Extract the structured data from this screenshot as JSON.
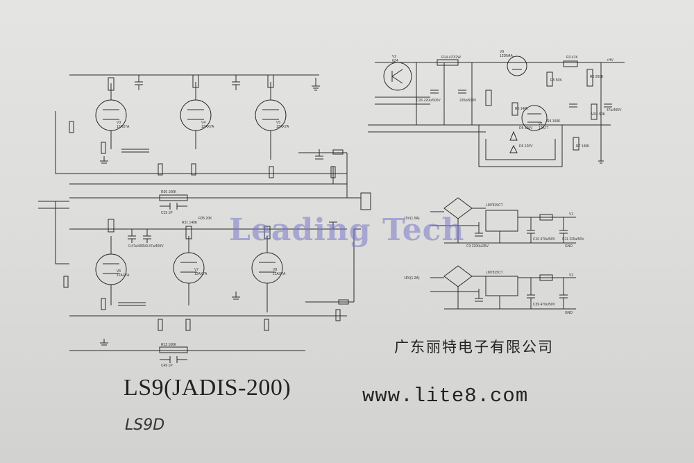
{
  "labels": {
    "model": "LS9(JADIS-200)",
    "company": "广东丽特电子有限公司",
    "website": "www.lite8.com",
    "handwritten": "LS9D",
    "watermark": "Leading Tech"
  },
  "tubes": [
    {
      "ref": "V3",
      "type": "12AX7A"
    },
    {
      "ref": "V4",
      "type": "12AX7A"
    },
    {
      "ref": "V5",
      "type": "12AX7A"
    },
    {
      "ref": "V6",
      "type": "12AX7A"
    },
    {
      "ref": "V7",
      "type": "12AX7A"
    },
    {
      "ref": "V8",
      "type": "12AX7A"
    },
    {
      "ref": "V9",
      "type": "12DN4A"
    },
    {
      "ref": "V1",
      "type": "12AT7"
    },
    {
      "ref": "V2",
      "type": "6Z4"
    }
  ],
  "power": {
    "reg1": "LM7815CT",
    "reg2": "LM7815CT",
    "in1": "15V(1.5A)",
    "in2": "18V(1.2A)",
    "out1": "V1",
    "out2": "V2"
  },
  "components": {
    "r14": "R14 470/2W",
    "c26": "C26 220u/500V",
    "c27": "220u/500V",
    "r5": "R5 50K",
    "r3": "R3 47K",
    "r8": "R8 200K",
    "vr1": "VR1 50K",
    "c4": "47u/400V",
    "d6": "D6 120V",
    "d5": "D5 120V",
    "r4": "R4 100K",
    "r6": "R6 140K",
    "r7": "R7 140K",
    "r30": "R30 100K",
    "r12": "R12 100K",
    "c19": "C19 1P",
    "c49": "C49 1P",
    "c25": "0.47u/400V",
    "c24": "0.47u/400V",
    "r31": "R31 140K",
    "r35": "R35 20K",
    "c10": "C10 470u/50V",
    "c11": "C11 220u/50V",
    "c39": "C39 470u/50V",
    "c3": "C3 2200u/25V",
    "gnd": "GND",
    "hv": "+HV"
  }
}
